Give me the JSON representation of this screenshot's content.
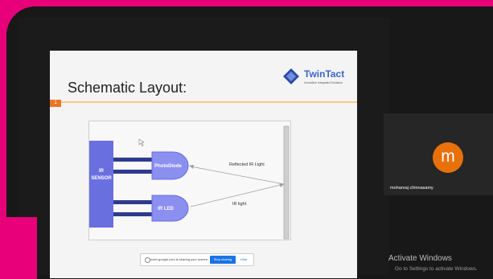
{
  "slide": {
    "title": "Schematic Layout:",
    "slide_number": "1",
    "logo": {
      "text": "TwinTact",
      "tagline": "Innovative Integrated Solutions"
    },
    "diagram": {
      "sensor_label_line1": "IR",
      "sensor_label_line2": "SENSOR",
      "photodiode_label": "PhotoDiode",
      "irled_label": "IR LED",
      "reflected_label": "Reflected IR Light",
      "irlight_label": "IR light"
    }
  },
  "share_bar": {
    "message": "meet.google.com is sharing your screen.",
    "stop_label": "Stop sharing",
    "hide_label": "Hide"
  },
  "participant": {
    "initial": "m",
    "name": "mohanraj chinnasamy",
    "avatar_color": "#e8710a"
  },
  "windows_watermark": {
    "title": "Activate Windows",
    "subtitle": "Go to Settings to activate Windows."
  },
  "colors": {
    "frame": "#e8007a",
    "sensor": "#6a6fe0",
    "component": "#8a8ff0",
    "wire": "#2f3b8f"
  }
}
